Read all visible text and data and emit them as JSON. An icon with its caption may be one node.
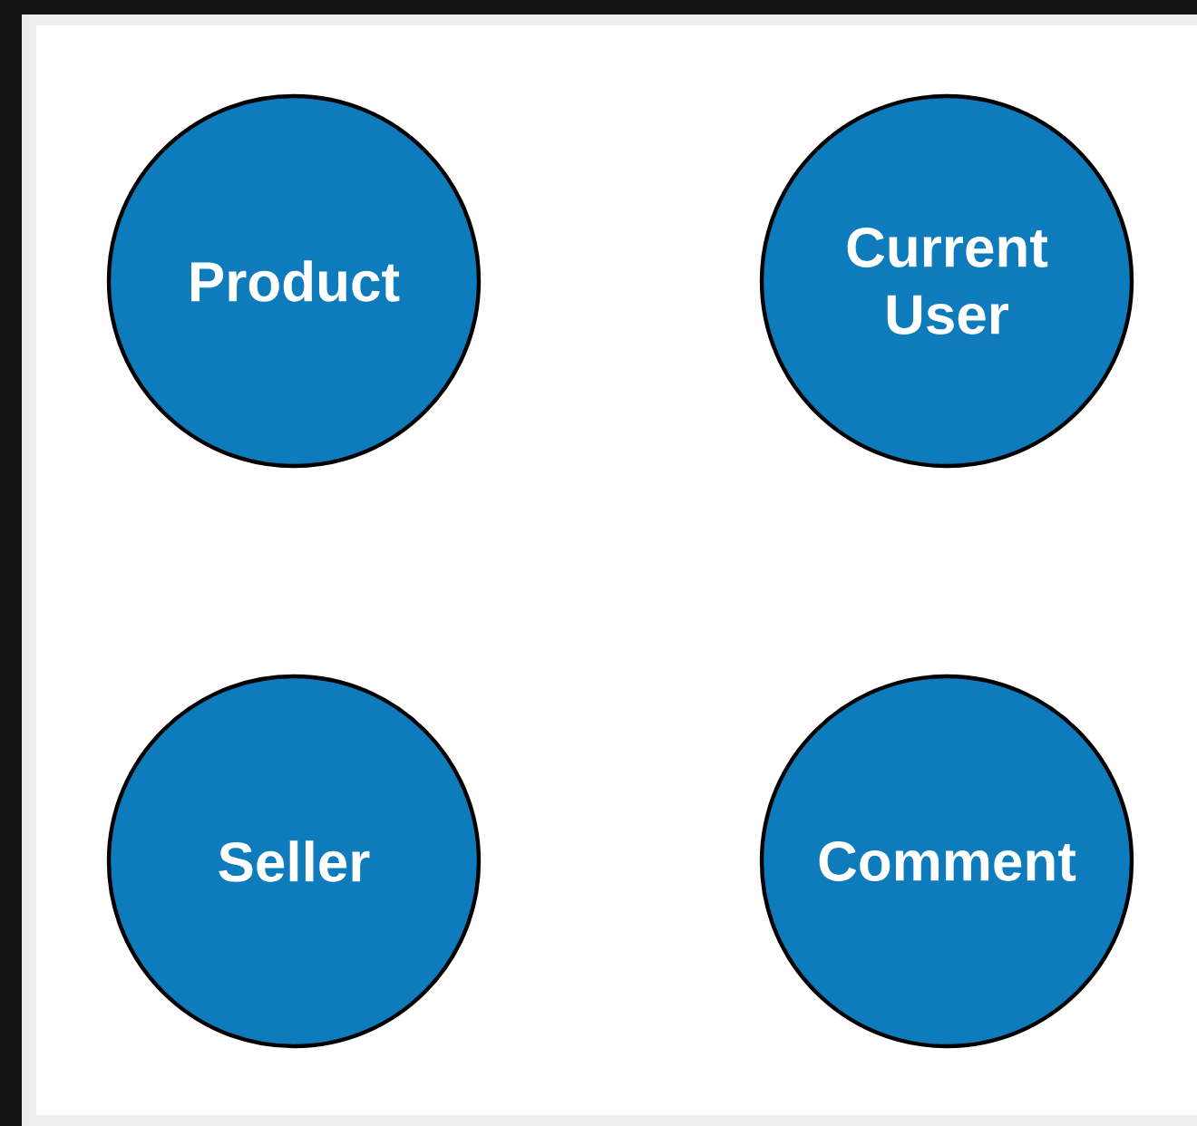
{
  "diagram": {
    "nodes": [
      {
        "text": [
          "Product"
        ]
      },
      {
        "text": [
          "Current User"
        ]
      },
      {
        "text": [
          "Seller"
        ]
      },
      {
        "text": [
          "Comment"
        ]
      }
    ]
  }
}
